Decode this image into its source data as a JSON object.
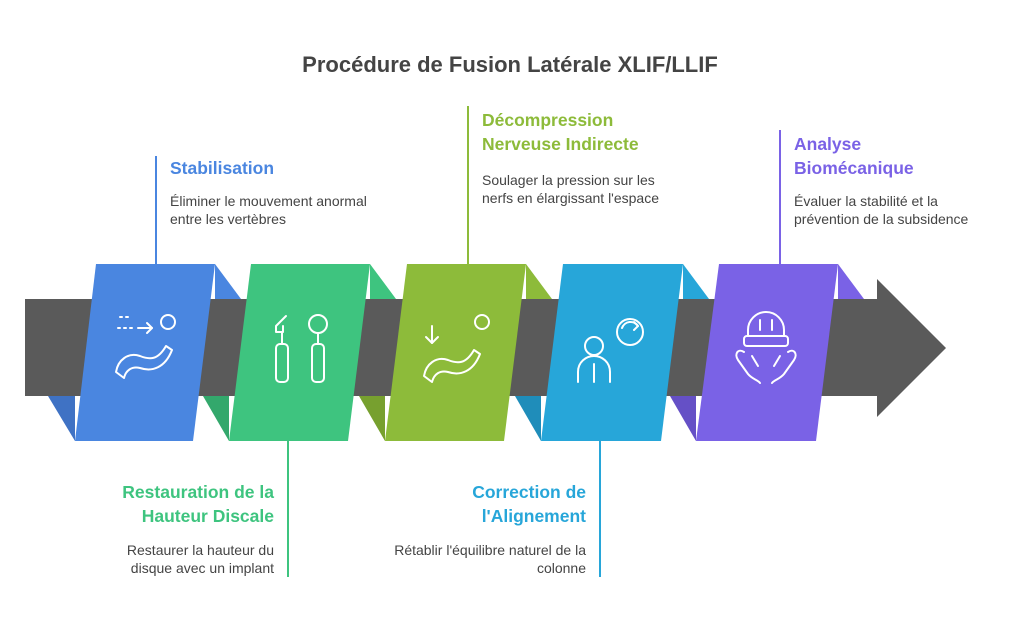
{
  "title": "Procédure de Fusion Latérale XLIF/LLIF",
  "colors": {
    "arrow": "#5a5a5a",
    "text": "#444444",
    "blue": "#4a86e0",
    "green": "#3ec47f",
    "olive": "#8dbb3a",
    "cyan": "#27a6d9",
    "purple": "#7a62e6"
  },
  "steps": [
    {
      "heading": "Stabilisation",
      "description": "Éliminer le mouvement anormal entre les vertèbres",
      "icon": "arrows-motion-icon",
      "color": "#4a86e0"
    },
    {
      "heading": "Restauration de la Hauteur Discale",
      "description": "Restaurer la hauteur du disque avec un implant",
      "icon": "dental-tools-icon",
      "color": "#3ec47f"
    },
    {
      "heading": "Décompression Nerveuse Indirecte",
      "description": "Soulager la pression sur les nerfs en élargissant l'espace",
      "icon": "down-arrow-ball-icon",
      "color": "#8dbb3a"
    },
    {
      "heading": "Correction de l'Alignement",
      "description": "Rétablir l'équilibre naturel de la colonne",
      "icon": "person-rotate-icon",
      "color": "#27a6d9"
    },
    {
      "heading": "Analyse Biomécanique",
      "description": "Évaluer la stabilité et la prévention de la subsidence",
      "icon": "hard-hat-hands-icon",
      "color": "#7a62e6"
    }
  ]
}
